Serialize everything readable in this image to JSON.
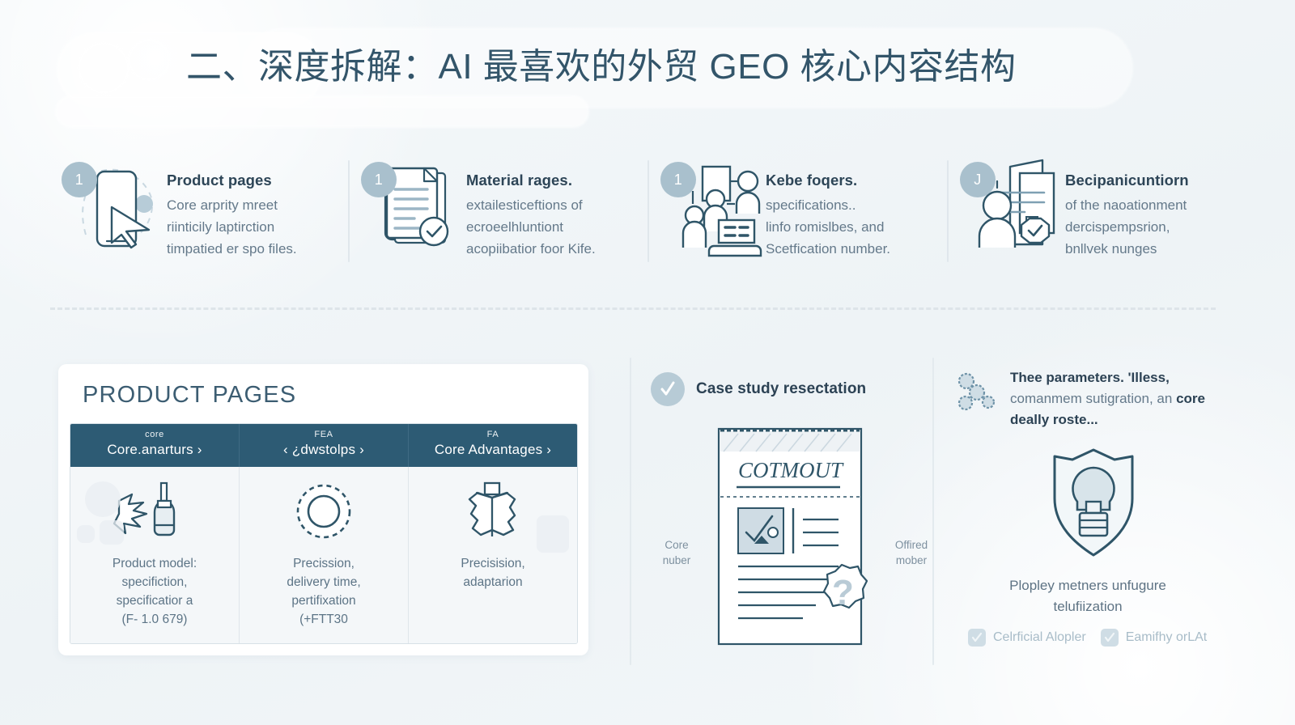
{
  "page": {
    "title": "二、深度拆解：AI 最喜欢的外贸 GEO 核心内容结构"
  },
  "features": [
    {
      "badge": "1",
      "icon": "mobile-cursor-icon",
      "title": "Product pages",
      "lines": [
        "Core arprity mreet",
        "riinticily laptirction",
        "timpatied er spo files."
      ]
    },
    {
      "badge": "1",
      "icon": "documents-check-icon",
      "title": "Material rages.",
      "lines": [
        "extailesticeftions of",
        "ecroeelhluntiont",
        "acopiibatior foor Kife."
      ]
    },
    {
      "badge": "1",
      "icon": "people-presentation-icon",
      "title": "Kebe foqers.",
      "lines": [
        "specifications..",
        "linfo romislbes, and",
        "Scetfication number."
      ]
    },
    {
      "badge": "J",
      "icon": "person-document-check-icon",
      "title": "Becipanicuntiorn",
      "lines": [
        "of the naoationment",
        "dercispempsrion,",
        "bnllvek nunges"
      ]
    }
  ],
  "product_pages": {
    "heading": "PRODUCT PAGES",
    "columns": [
      {
        "eyebrow": "core",
        "label": "Core.anarturs ›"
      },
      {
        "eyebrow": "FEA",
        "label": "‹ ¿dwstolps ›"
      },
      {
        "eyebrow": "FA",
        "label": "Core Advantages ›"
      }
    ],
    "cells": [
      {
        "icon": "spray-bottle-icon",
        "lines": [
          "Product model:",
          "specifiction,",
          "specificatior a",
          "(F- 1.0 679)"
        ]
      },
      {
        "icon": "gear-icon",
        "lines": [
          "Precission,",
          "delivery time,",
          "pertifixation",
          "(+FTT30"
        ]
      },
      {
        "icon": "package-box-icon",
        "lines": [
          "Precisision,",
          "adaptarion"
        ]
      }
    ]
  },
  "case_study": {
    "icon": "check-circle-icon",
    "title": "Case study resectation",
    "doc_heading": "COTMOUT",
    "left_label_line1": "Core",
    "left_label_line2": "nuber",
    "right_label_line1": "Offired",
    "right_label_line2": "mober",
    "badge_icon": "question-mark-seal-icon"
  },
  "parameters": {
    "icon": "molecule-icon",
    "text_strong_1": "Thee parameters. 'Illess,",
    "text_normal": "comanmem sutigration, an",
    "text_strong_2": "core deally roste...",
    "shield_icon": "shield-lightbulb-icon",
    "caption_line1": "Plopley metners unfugure",
    "caption_line2": "telufiization",
    "checks": [
      {
        "icon": "checkbox-icon",
        "label": "Celrficial Alopler"
      },
      {
        "icon": "checkbox-icon",
        "label": "Eamifhy orLAt"
      }
    ]
  },
  "colors": {
    "background": "#f2f6f8",
    "ink": "#2f4858",
    "table_header": "#2d5b74",
    "badge": "#a9c0cd",
    "muted_text": "#64798a"
  }
}
